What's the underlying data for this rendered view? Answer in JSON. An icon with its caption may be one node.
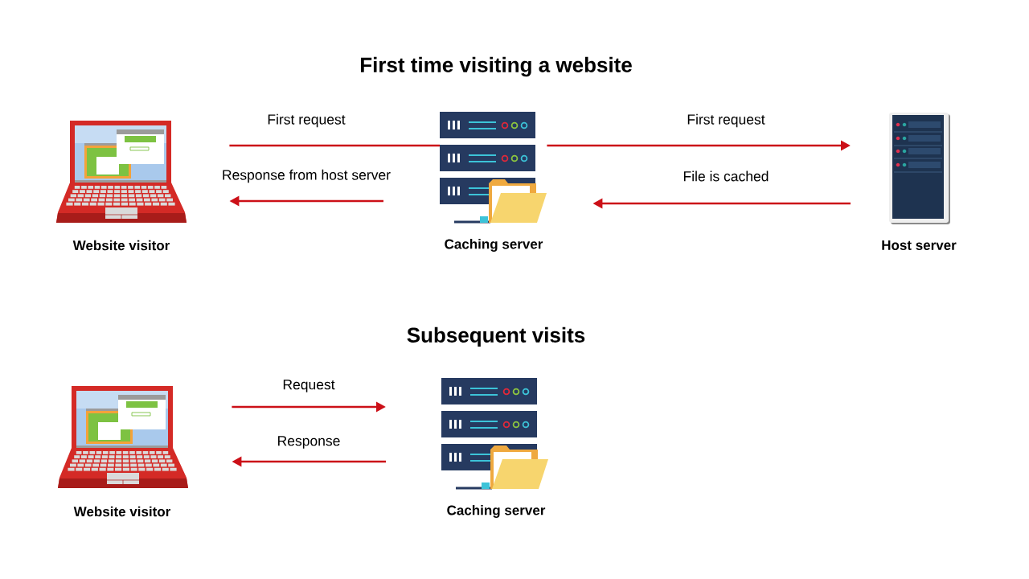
{
  "diagram": {
    "title": "First time visiting a website",
    "nodes": [
      {
        "text": [
          "Website visitor"
        ]
      },
      {
        "text": [
          "Caching server"
        ]
      },
      {
        "text": [
          "Host server"
        ]
      },
      {
        "text": [
          "Website visitor"
        ]
      },
      {
        "text": [
          "Caching server"
        ]
      }
    ],
    "edges": [
      {
        "from": 0,
        "to": 1,
        "arrow": "none",
        "label": "First request"
      },
      {
        "from": 1,
        "to": 2,
        "arrow": "to",
        "label": "First request"
      },
      {
        "from": 1,
        "to": 0,
        "arrow": "to",
        "label": "Response from host server"
      },
      {
        "from": 2,
        "to": 1,
        "arrow": "to",
        "label": "File is cached"
      },
      {
        "from": 3,
        "to": 4,
        "arrow": "to",
        "label": "Request"
      },
      {
        "from": 4,
        "to": 3,
        "arrow": "to",
        "label": "Response"
      }
    ],
    "labels": [
      "Subsequent visits"
    ]
  }
}
